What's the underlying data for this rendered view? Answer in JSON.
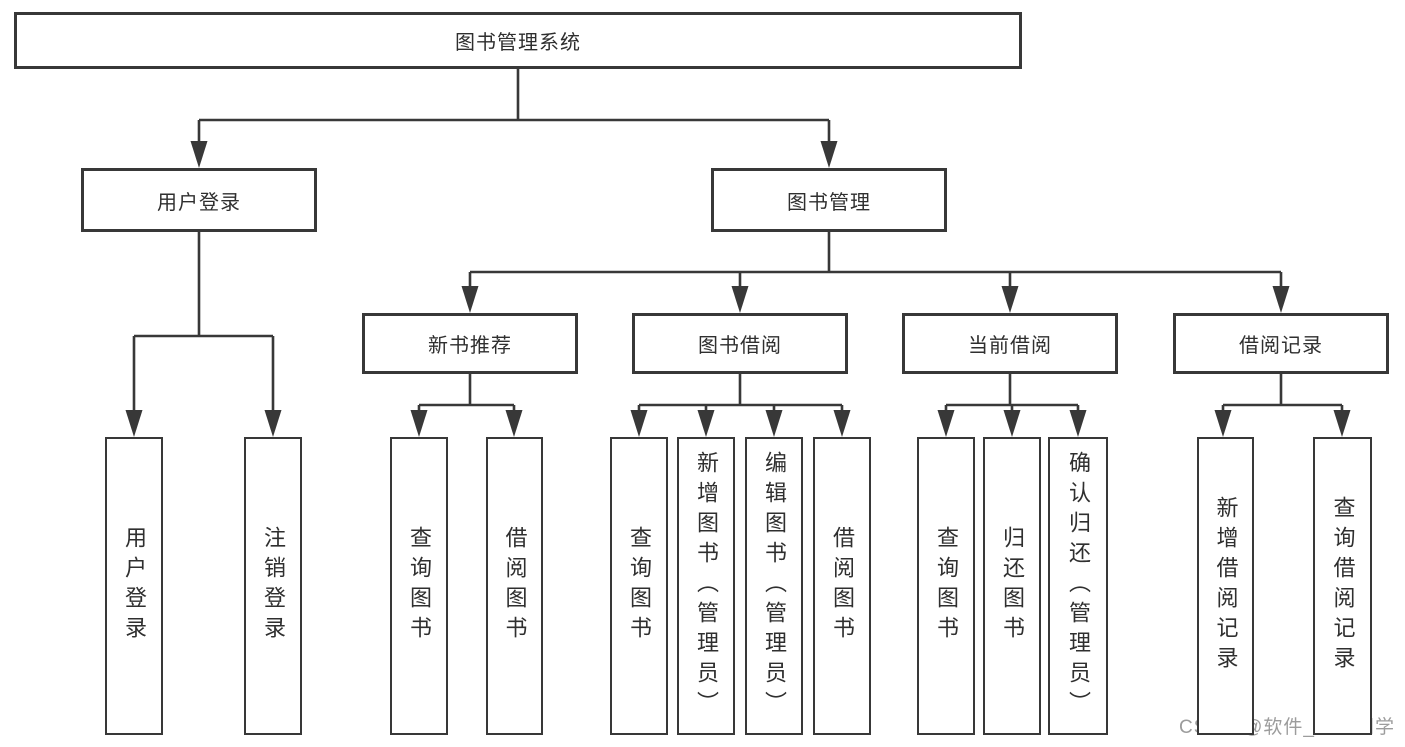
{
  "diagram_title": "图书管理系统",
  "watermark": "CSDN @软件_小贺同学",
  "colors": {
    "line": "#383838",
    "box_border": "#383838",
    "box_fill": "#ffffff",
    "text": "#2f2f2f",
    "watermark": "#9c9c9c"
  },
  "nodes": [
    {
      "id": "root",
      "label": "图书管理系统",
      "parent": null,
      "orientation": "horizontal"
    },
    {
      "id": "user-login",
      "label": "用户登录",
      "parent": "root",
      "orientation": "horizontal"
    },
    {
      "id": "book-management",
      "label": "图书管理",
      "parent": "root",
      "orientation": "horizontal"
    },
    {
      "id": "new-book-recommend",
      "label": "新书推荐",
      "parent": "book-management",
      "orientation": "horizontal"
    },
    {
      "id": "book-borrow",
      "label": "图书借阅",
      "parent": "book-management",
      "orientation": "horizontal"
    },
    {
      "id": "current-borrow",
      "label": "当前借阅",
      "parent": "book-management",
      "orientation": "horizontal"
    },
    {
      "id": "borrow-record",
      "label": "借阅记录",
      "parent": "book-management",
      "orientation": "horizontal"
    },
    {
      "id": "user-login-action",
      "label": "用户登录",
      "parent": "user-login",
      "orientation": "vertical"
    },
    {
      "id": "logout-action",
      "label": "注销登录",
      "parent": "user-login",
      "orientation": "vertical"
    },
    {
      "id": "nbr-query-book",
      "label": "查询图书",
      "parent": "new-book-recommend",
      "orientation": "vertical"
    },
    {
      "id": "nbr-borrow-book",
      "label": "借阅图书",
      "parent": "new-book-recommend",
      "orientation": "vertical"
    },
    {
      "id": "bb-query-book",
      "label": "查询图书",
      "parent": "book-borrow",
      "orientation": "vertical"
    },
    {
      "id": "bb-add-book",
      "label": "新增图书（管理员）",
      "parent": "book-borrow",
      "orientation": "vertical"
    },
    {
      "id": "bb-edit-book",
      "label": "编辑图书（管理员）",
      "parent": "book-borrow",
      "orientation": "vertical"
    },
    {
      "id": "bb-borrow-book",
      "label": "借阅图书",
      "parent": "book-borrow",
      "orientation": "vertical"
    },
    {
      "id": "cb-query-book",
      "label": "查询图书",
      "parent": "current-borrow",
      "orientation": "vertical"
    },
    {
      "id": "cb-return-book",
      "label": "归还图书",
      "parent": "current-borrow",
      "orientation": "vertical"
    },
    {
      "id": "cb-confirm-return",
      "label": "确认归还（管理员）",
      "parent": "current-borrow",
      "orientation": "vertical"
    },
    {
      "id": "br-add-record",
      "label": "新增借阅记录",
      "parent": "borrow-record",
      "orientation": "vertical"
    },
    {
      "id": "br-query-record",
      "label": "查询借阅记录",
      "parent": "borrow-record",
      "orientation": "vertical"
    }
  ]
}
